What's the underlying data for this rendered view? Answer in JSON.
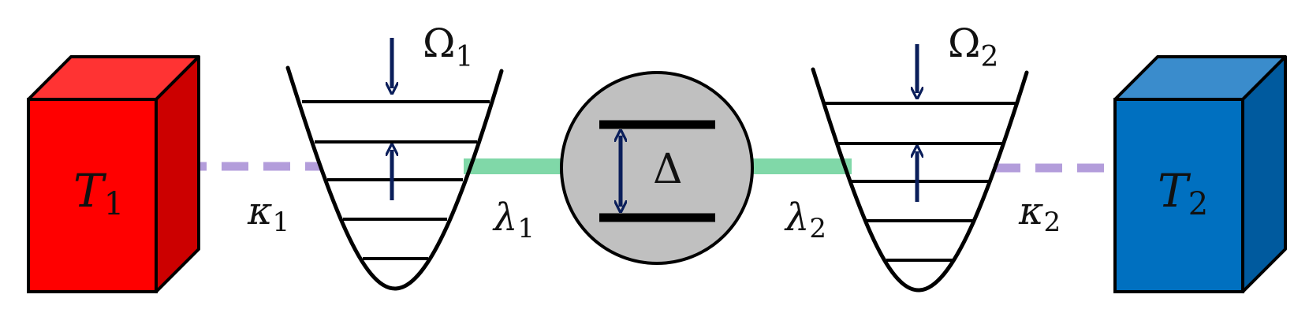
{
  "reservoirs": {
    "left": {
      "symbol": "T",
      "index": "1",
      "colors": {
        "front": "#ff0000",
        "top": "#ff3333",
        "side": "#cc0000"
      }
    },
    "right": {
      "symbol": "T",
      "index": "2",
      "colors": {
        "front": "#0070c0",
        "top": "#3a8ccc",
        "side": "#005a9e"
      }
    }
  },
  "couplings": {
    "kappa1": {
      "symbol": "κ",
      "index": "1"
    },
    "kappa2": {
      "symbol": "κ",
      "index": "2"
    },
    "lambda1": {
      "symbol": "λ",
      "index": "1"
    },
    "lambda2": {
      "symbol": "λ",
      "index": "2"
    }
  },
  "oscillators": {
    "left": {
      "symbol": "Ω",
      "index": "1"
    },
    "right": {
      "symbol": "Ω",
      "index": "2"
    }
  },
  "qubit": {
    "symbol": "Δ",
    "fill": "#c0c0c0"
  },
  "colors": {
    "dashed_link": "#b39ddb",
    "solid_link": "#80d8a8",
    "arrow": "#0a1e5a",
    "outline": "#000000"
  },
  "icons": {
    "reservoir": "box-3d-icon",
    "oscillator": "harmonic-well-icon",
    "qubit": "two-level-circle-icon",
    "arrow": "arrow-icon"
  }
}
